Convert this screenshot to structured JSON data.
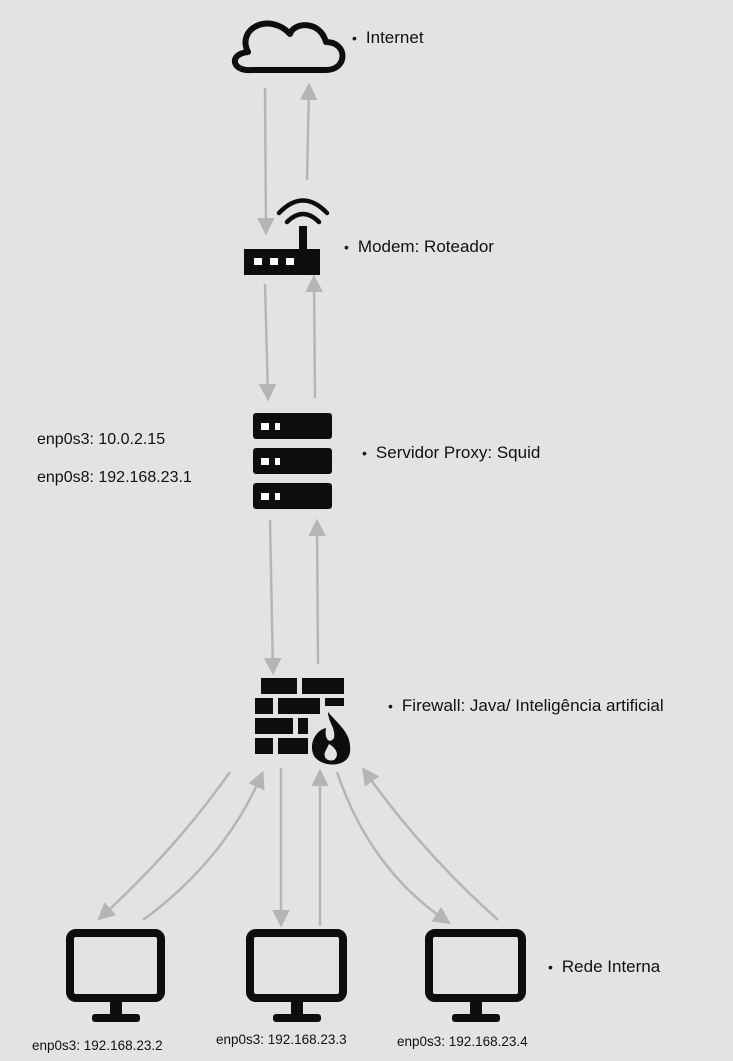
{
  "nodes": {
    "internet": {
      "label": "Internet",
      "icon": "cloud-icon"
    },
    "modem": {
      "label": "Modem: Roteador",
      "icon": "router-icon"
    },
    "proxy": {
      "label": "Servidor Proxy: Squid",
      "icon": "server-icon",
      "interfaces": [
        "enp0s3: 10.0.2.15",
        "enp0s8: 192.168.23.1"
      ]
    },
    "firewall": {
      "label": "Firewall: Java/ Inteligência artificial",
      "icon": "firewall-icon"
    },
    "internal_network": {
      "label": "Rede Interna",
      "hosts": [
        {
          "label": "enp0s3: 192.168.23.2",
          "icon": "monitor-icon"
        },
        {
          "label": "enp0s3: 192.168.23.3",
          "icon": "monitor-icon"
        },
        {
          "label": "enp0s3: 192.168.23.4",
          "icon": "monitor-icon"
        }
      ]
    }
  },
  "colors": {
    "background": "#e3e3e3",
    "icon": "#0d0d0d",
    "arrow": "#b5b5b5"
  }
}
